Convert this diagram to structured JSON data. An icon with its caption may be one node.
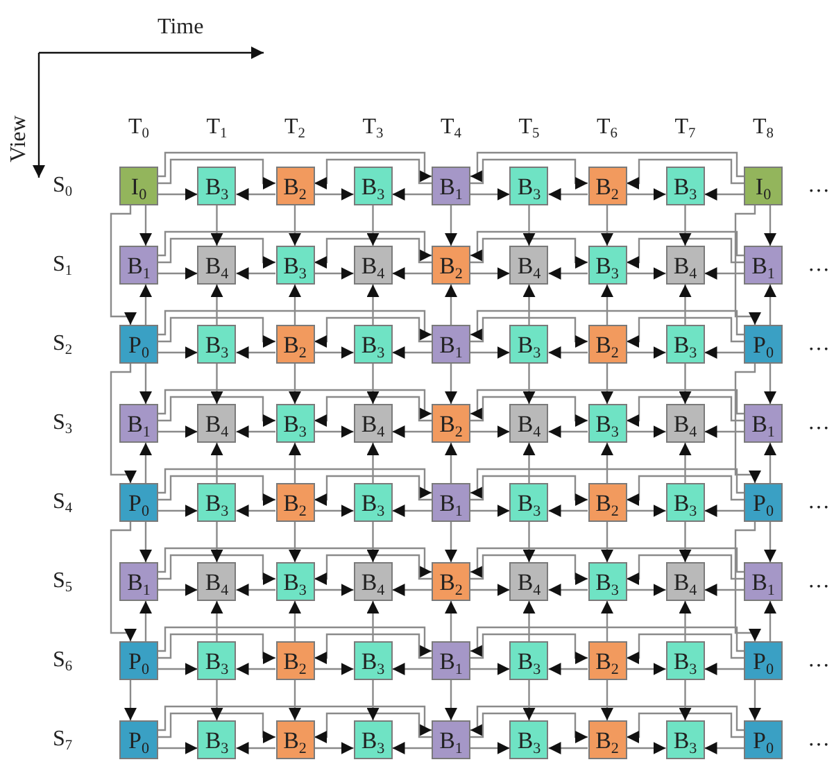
{
  "diagram": {
    "nodes": [
      {
        "text": [
          "I$_{0}$"
        ]
      },
      {
        "text": [
          "B$_{3}$"
        ]
      },
      {
        "text": [
          "B$_{2}$"
        ]
      },
      {
        "text": [
          "B$_{3}$"
        ]
      },
      {
        "text": [
          "B$_{1}$"
        ]
      },
      {
        "text": [
          "B$_{3}$"
        ]
      },
      {
        "text": [
          "B$_{2}$"
        ]
      },
      {
        "text": [
          "B$_{3}$"
        ]
      },
      {
        "text": [
          "I$_{0}$"
        ]
      },
      {
        "text": [
          "B$_{1}$"
        ]
      },
      {
        "text": [
          "B$_{4}$"
        ]
      },
      {
        "text": [
          "B$_{3}$"
        ]
      },
      {
        "text": [
          "B$_{4}$"
        ]
      },
      {
        "text": [
          "B$_{2}$"
        ]
      },
      {
        "text": [
          "B$_{4}$"
        ]
      },
      {
        "text": [
          "B$_{3}$"
        ]
      },
      {
        "text": [
          "B$_{4}$"
        ]
      },
      {
        "text": [
          "B$_{1}$"
        ]
      },
      {
        "text": [
          "P$_{0}$"
        ]
      },
      {
        "text": [
          "B$_{3}$"
        ]
      },
      {
        "text": [
          "B$_{2}$"
        ]
      },
      {
        "text": [
          "B$_{3}$"
        ]
      },
      {
        "text": [
          "B$_{1}$"
        ]
      },
      {
        "text": [
          "B$_{3}$"
        ]
      },
      {
        "text": [
          "B$_{2}$"
        ]
      },
      {
        "text": [
          "B$_{3}$"
        ]
      },
      {
        "text": [
          "P$_{0}$"
        ]
      },
      {
        "text": [
          "B$_{1}$"
        ]
      },
      {
        "text": [
          "B$_{4}$"
        ]
      },
      {
        "text": [
          "B$_{3}$"
        ]
      },
      {
        "text": [
          "B$_{4}$"
        ]
      },
      {
        "text": [
          "B$_{2}$"
        ]
      },
      {
        "text": [
          "B$_{4}$"
        ]
      },
      {
        "text": [
          "B$_{3}$"
        ]
      },
      {
        "text": [
          "B$_{4}$"
        ]
      },
      {
        "text": [
          "B$_{1}$"
        ]
      },
      {
        "text": [
          "P$_{0}$"
        ]
      },
      {
        "text": [
          "B$_{3}$"
        ]
      },
      {
        "text": [
          "B$_{2}$"
        ]
      },
      {
        "text": [
          "B$_{3}$"
        ]
      },
      {
        "text": [
          "B$_{1}$"
        ]
      },
      {
        "text": [
          "B$_{3}$"
        ]
      },
      {
        "text": [
          "B$_{2}$"
        ]
      },
      {
        "text": [
          "B$_{3}$"
        ]
      },
      {
        "text": [
          "P$_{0}$"
        ]
      },
      {
        "text": [
          "B$_{1}$"
        ]
      },
      {
        "text": [
          "B$_{4}$"
        ]
      },
      {
        "text": [
          "B$_{3}$"
        ]
      },
      {
        "text": [
          "B$_{4}$"
        ]
      },
      {
        "text": [
          "B$_{2}$"
        ]
      },
      {
        "text": [
          "B$_{4}$"
        ]
      },
      {
        "text": [
          "B$_{3}$"
        ]
      },
      {
        "text": [
          "B$_{4}$"
        ]
      },
      {
        "text": [
          "B$_{1}$"
        ]
      },
      {
        "text": [
          "P$_{0}$"
        ]
      },
      {
        "text": [
          "B$_{3}$"
        ]
      },
      {
        "text": [
          "B$_{2}$"
        ]
      },
      {
        "text": [
          "B$_{3}$"
        ]
      },
      {
        "text": [
          "B$_{1}$"
        ]
      },
      {
        "text": [
          "B$_{3}$"
        ]
      },
      {
        "text": [
          "B$_{2}$"
        ]
      },
      {
        "text": [
          "B$_{3}$"
        ]
      },
      {
        "text": [
          "P$_{0}$"
        ]
      },
      {
        "text": [
          "P$_{0}$"
        ]
      },
      {
        "text": [
          "B$_{3}$"
        ]
      },
      {
        "text": [
          "B$_{2}$"
        ]
      },
      {
        "text": [
          "B$_{3}$"
        ]
      },
      {
        "text": [
          "B$_{1}$"
        ]
      },
      {
        "text": [
          "B$_{3}$"
        ]
      },
      {
        "text": [
          "B$_{2}$"
        ]
      },
      {
        "text": [
          "B$_{3}$"
        ]
      },
      {
        "text": [
          "P$_{0}$"
        ]
      }
    ],
    "edges": [
      {
        "from": 0,
        "to": 4,
        "arrow": "to"
      },
      {
        "from": 8,
        "to": 4,
        "arrow": "to"
      },
      {
        "from": 0,
        "to": 2,
        "arrow": "to"
      },
      {
        "from": 4,
        "to": 2,
        "arrow": "to"
      },
      {
        "from": 4,
        "to": 6,
        "arrow": "to"
      },
      {
        "from": 8,
        "to": 6,
        "arrow": "to"
      },
      {
        "from": 0,
        "to": 1,
        "arrow": "to"
      },
      {
        "from": 2,
        "to": 1,
        "arrow": "to"
      },
      {
        "from": 2,
        "to": 3,
        "arrow": "to"
      },
      {
        "from": 4,
        "to": 3,
        "arrow": "to"
      },
      {
        "from": 4,
        "to": 5,
        "arrow": "to"
      },
      {
        "from": 6,
        "to": 5,
        "arrow": "to"
      },
      {
        "from": 6,
        "to": 7,
        "arrow": "to"
      },
      {
        "from": 8,
        "to": 7,
        "arrow": "to"
      },
      {
        "from": 9,
        "to": 13,
        "arrow": "to"
      },
      {
        "from": 17,
        "to": 13,
        "arrow": "to"
      },
      {
        "from": 9,
        "to": 11,
        "arrow": "to"
      },
      {
        "from": 13,
        "to": 11,
        "arrow": "to"
      },
      {
        "from": 13,
        "to": 15,
        "arrow": "to"
      },
      {
        "from": 17,
        "to": 15,
        "arrow": "to"
      },
      {
        "from": 9,
        "to": 10,
        "arrow": "to"
      },
      {
        "from": 11,
        "to": 10,
        "arrow": "to"
      },
      {
        "from": 11,
        "to": 12,
        "arrow": "to"
      },
      {
        "from": 13,
        "to": 12,
        "arrow": "to"
      },
      {
        "from": 13,
        "to": 14,
        "arrow": "to"
      },
      {
        "from": 15,
        "to": 14,
        "arrow": "to"
      },
      {
        "from": 15,
        "to": 16,
        "arrow": "to"
      },
      {
        "from": 17,
        "to": 16,
        "arrow": "to"
      },
      {
        "from": 18,
        "to": 22,
        "arrow": "to"
      },
      {
        "from": 26,
        "to": 22,
        "arrow": "to"
      },
      {
        "from": 18,
        "to": 20,
        "arrow": "to"
      },
      {
        "from": 22,
        "to": 20,
        "arrow": "to"
      },
      {
        "from": 22,
        "to": 24,
        "arrow": "to"
      },
      {
        "from": 26,
        "to": 24,
        "arrow": "to"
      },
      {
        "from": 18,
        "to": 19,
        "arrow": "to"
      },
      {
        "from": 20,
        "to": 19,
        "arrow": "to"
      },
      {
        "from": 20,
        "to": 21,
        "arrow": "to"
      },
      {
        "from": 22,
        "to": 21,
        "arrow": "to"
      },
      {
        "from": 22,
        "to": 23,
        "arrow": "to"
      },
      {
        "from": 24,
        "to": 23,
        "arrow": "to"
      },
      {
        "from": 24,
        "to": 25,
        "arrow": "to"
      },
      {
        "from": 26,
        "to": 25,
        "arrow": "to"
      },
      {
        "from": 27,
        "to": 31,
        "arrow": "to"
      },
      {
        "from": 35,
        "to": 31,
        "arrow": "to"
      },
      {
        "from": 27,
        "to": 29,
        "arrow": "to"
      },
      {
        "from": 31,
        "to": 29,
        "arrow": "to"
      },
      {
        "from": 31,
        "to": 33,
        "arrow": "to"
      },
      {
        "from": 35,
        "to": 33,
        "arrow": "to"
      },
      {
        "from": 27,
        "to": 28,
        "arrow": "to"
      },
      {
        "from": 29,
        "to": 28,
        "arrow": "to"
      },
      {
        "from": 29,
        "to": 30,
        "arrow": "to"
      },
      {
        "from": 31,
        "to": 30,
        "arrow": "to"
      },
      {
        "from": 31,
        "to": 32,
        "arrow": "to"
      },
      {
        "from": 33,
        "to": 32,
        "arrow": "to"
      },
      {
        "from": 33,
        "to": 34,
        "arrow": "to"
      },
      {
        "from": 35,
        "to": 34,
        "arrow": "to"
      },
      {
        "from": 36,
        "to": 40,
        "arrow": "to"
      },
      {
        "from": 44,
        "to": 40,
        "arrow": "to"
      },
      {
        "from": 36,
        "to": 38,
        "arrow": "to"
      },
      {
        "from": 40,
        "to": 38,
        "arrow": "to"
      },
      {
        "from": 40,
        "to": 42,
        "arrow": "to"
      },
      {
        "from": 44,
        "to": 42,
        "arrow": "to"
      },
      {
        "from": 36,
        "to": 37,
        "arrow": "to"
      },
      {
        "from": 38,
        "to": 37,
        "arrow": "to"
      },
      {
        "from": 38,
        "to": 39,
        "arrow": "to"
      },
      {
        "from": 40,
        "to": 39,
        "arrow": "to"
      },
      {
        "from": 40,
        "to": 41,
        "arrow": "to"
      },
      {
        "from": 42,
        "to": 41,
        "arrow": "to"
      },
      {
        "from": 42,
        "to": 43,
        "arrow": "to"
      },
      {
        "from": 44,
        "to": 43,
        "arrow": "to"
      },
      {
        "from": 45,
        "to": 49,
        "arrow": "to"
      },
      {
        "from": 53,
        "to": 49,
        "arrow": "to"
      },
      {
        "from": 45,
        "to": 47,
        "arrow": "to"
      },
      {
        "from": 49,
        "to": 47,
        "arrow": "to"
      },
      {
        "from": 49,
        "to": 51,
        "arrow": "to"
      },
      {
        "from": 53,
        "to": 51,
        "arrow": "to"
      },
      {
        "from": 45,
        "to": 46,
        "arrow": "to"
      },
      {
        "from": 47,
        "to": 46,
        "arrow": "to"
      },
      {
        "from": 47,
        "to": 48,
        "arrow": "to"
      },
      {
        "from": 49,
        "to": 48,
        "arrow": "to"
      },
      {
        "from": 49,
        "to": 50,
        "arrow": "to"
      },
      {
        "from": 51,
        "to": 50,
        "arrow": "to"
      },
      {
        "from": 51,
        "to": 52,
        "arrow": "to"
      },
      {
        "from": 53,
        "to": 52,
        "arrow": "to"
      },
      {
        "from": 54,
        "to": 58,
        "arrow": "to"
      },
      {
        "from": 62,
        "to": 58,
        "arrow": "to"
      },
      {
        "from": 54,
        "to": 56,
        "arrow": "to"
      },
      {
        "from": 58,
        "to": 56,
        "arrow": "to"
      },
      {
        "from": 58,
        "to": 60,
        "arrow": "to"
      },
      {
        "from": 62,
        "to": 60,
        "arrow": "to"
      },
      {
        "from": 54,
        "to": 55,
        "arrow": "to"
      },
      {
        "from": 56,
        "to": 55,
        "arrow": "to"
      },
      {
        "from": 56,
        "to": 57,
        "arrow": "to"
      },
      {
        "from": 58,
        "to": 57,
        "arrow": "to"
      },
      {
        "from": 58,
        "to": 59,
        "arrow": "to"
      },
      {
        "from": 60,
        "to": 59,
        "arrow": "to"
      },
      {
        "from": 60,
        "to": 61,
        "arrow": "to"
      },
      {
        "from": 62,
        "to": 61,
        "arrow": "to"
      },
      {
        "from": 63,
        "to": 67,
        "arrow": "to"
      },
      {
        "from": 71,
        "to": 67,
        "arrow": "to"
      },
      {
        "from": 63,
        "to": 65,
        "arrow": "to"
      },
      {
        "from": 67,
        "to": 65,
        "arrow": "to"
      },
      {
        "from": 67,
        "to": 69,
        "arrow": "to"
      },
      {
        "from": 71,
        "to": 69,
        "arrow": "to"
      },
      {
        "from": 63,
        "to": 64,
        "arrow": "to"
      },
      {
        "from": 65,
        "to": 64,
        "arrow": "to"
      },
      {
        "from": 65,
        "to": 66,
        "arrow": "to"
      },
      {
        "from": 67,
        "to": 66,
        "arrow": "to"
      },
      {
        "from": 67,
        "to": 68,
        "arrow": "to"
      },
      {
        "from": 69,
        "to": 68,
        "arrow": "to"
      },
      {
        "from": 69,
        "to": 70,
        "arrow": "to"
      },
      {
        "from": 71,
        "to": 70,
        "arrow": "to"
      },
      {
        "from": 0,
        "to": 9,
        "arrow": "to"
      },
      {
        "from": 0,
        "to": 18,
        "arrow": "to"
      },
      {
        "from": 18,
        "to": 9,
        "arrow": "to"
      },
      {
        "from": 18,
        "to": 27,
        "arrow": "to"
      },
      {
        "from": 18,
        "to": 36,
        "arrow": "to"
      },
      {
        "from": 36,
        "to": 27,
        "arrow": "to"
      },
      {
        "from": 36,
        "to": 45,
        "arrow": "to"
      },
      {
        "from": 36,
        "to": 54,
        "arrow": "to"
      },
      {
        "from": 54,
        "to": 45,
        "arrow": "to"
      },
      {
        "from": 54,
        "to": 63,
        "arrow": "to"
      },
      {
        "from": 1,
        "to": 10,
        "arrow": "to"
      },
      {
        "from": 19,
        "to": 10,
        "arrow": "to"
      },
      {
        "from": 19,
        "to": 28,
        "arrow": "to"
      },
      {
        "from": 37,
        "to": 28,
        "arrow": "to"
      },
      {
        "from": 37,
        "to": 46,
        "arrow": "to"
      },
      {
        "from": 55,
        "to": 46,
        "arrow": "to"
      },
      {
        "from": 55,
        "to": 64,
        "arrow": "to"
      },
      {
        "from": 2,
        "to": 11,
        "arrow": "to"
      },
      {
        "from": 20,
        "to": 11,
        "arrow": "to"
      },
      {
        "from": 20,
        "to": 29,
        "arrow": "to"
      },
      {
        "from": 38,
        "to": 29,
        "arrow": "to"
      },
      {
        "from": 38,
        "to": 47,
        "arrow": "to"
      },
      {
        "from": 56,
        "to": 47,
        "arrow": "to"
      },
      {
        "from": 56,
        "to": 65,
        "arrow": "to"
      },
      {
        "from": 3,
        "to": 12,
        "arrow": "to"
      },
      {
        "from": 21,
        "to": 12,
        "arrow": "to"
      },
      {
        "from": 21,
        "to": 30,
        "arrow": "to"
      },
      {
        "from": 39,
        "to": 30,
        "arrow": "to"
      },
      {
        "from": 39,
        "to": 48,
        "arrow": "to"
      },
      {
        "from": 57,
        "to": 48,
        "arrow": "to"
      },
      {
        "from": 57,
        "to": 66,
        "arrow": "to"
      },
      {
        "from": 4,
        "to": 13,
        "arrow": "to"
      },
      {
        "from": 22,
        "to": 13,
        "arrow": "to"
      },
      {
        "from": 22,
        "to": 31,
        "arrow": "to"
      },
      {
        "from": 40,
        "to": 31,
        "arrow": "to"
      },
      {
        "from": 40,
        "to": 49,
        "arrow": "to"
      },
      {
        "from": 58,
        "to": 49,
        "arrow": "to"
      },
      {
        "from": 58,
        "to": 67,
        "arrow": "to"
      },
      {
        "from": 5,
        "to": 14,
        "arrow": "to"
      },
      {
        "from": 23,
        "to": 14,
        "arrow": "to"
      },
      {
        "from": 23,
        "to": 32,
        "arrow": "to"
      },
      {
        "from": 41,
        "to": 32,
        "arrow": "to"
      },
      {
        "from": 41,
        "to": 50,
        "arrow": "to"
      },
      {
        "from": 59,
        "to": 50,
        "arrow": "to"
      },
      {
        "from": 59,
        "to": 68,
        "arrow": "to"
      },
      {
        "from": 6,
        "to": 15,
        "arrow": "to"
      },
      {
        "from": 24,
        "to": 15,
        "arrow": "to"
      },
      {
        "from": 24,
        "to": 33,
        "arrow": "to"
      },
      {
        "from": 42,
        "to": 33,
        "arrow": "to"
      },
      {
        "from": 42,
        "to": 51,
        "arrow": "to"
      },
      {
        "from": 60,
        "to": 51,
        "arrow": "to"
      },
      {
        "from": 60,
        "to": 69,
        "arrow": "to"
      },
      {
        "from": 7,
        "to": 16,
        "arrow": "to"
      },
      {
        "from": 25,
        "to": 16,
        "arrow": "to"
      },
      {
        "from": 25,
        "to": 34,
        "arrow": "to"
      },
      {
        "from": 43,
        "to": 34,
        "arrow": "to"
      },
      {
        "from": 43,
        "to": 52,
        "arrow": "to"
      },
      {
        "from": 61,
        "to": 52,
        "arrow": "to"
      },
      {
        "from": 61,
        "to": 70,
        "arrow": "to"
      },
      {
        "from": 8,
        "to": 17,
        "arrow": "to"
      },
      {
        "from": 8,
        "to": 26,
        "arrow": "to"
      },
      {
        "from": 26,
        "to": 17,
        "arrow": "to"
      },
      {
        "from": 26,
        "to": 35,
        "arrow": "to"
      },
      {
        "from": 26,
        "to": 44,
        "arrow": "to"
      },
      {
        "from": 44,
        "to": 35,
        "arrow": "to"
      },
      {
        "from": 44,
        "to": 53,
        "arrow": "to"
      },
      {
        "from": 44,
        "to": 62,
        "arrow": "to"
      },
      {
        "from": 62,
        "to": 53,
        "arrow": "to"
      },
      {
        "from": 62,
        "to": 71,
        "arrow": "to"
      }
    ],
    "labels": [
      "Time",
      "View",
      "T$_{0}$",
      "T$_{1}$",
      "T$_{2}$",
      "T$_{3}$",
      "T$_{4}$",
      "T$_{5}$",
      "T$_{6}$",
      "T$_{7}$",
      "T$_{8}$",
      "S$_{0}$",
      "…",
      "S$_{1}$",
      "…",
      "S$_{2}$",
      "…",
      "S$_{3}$",
      "…",
      "S$_{4}$",
      "…",
      "S$_{5}$",
      "…",
      "S$_{6}$",
      "…",
      "S$_{7}$",
      "…"
    ]
  }
}
